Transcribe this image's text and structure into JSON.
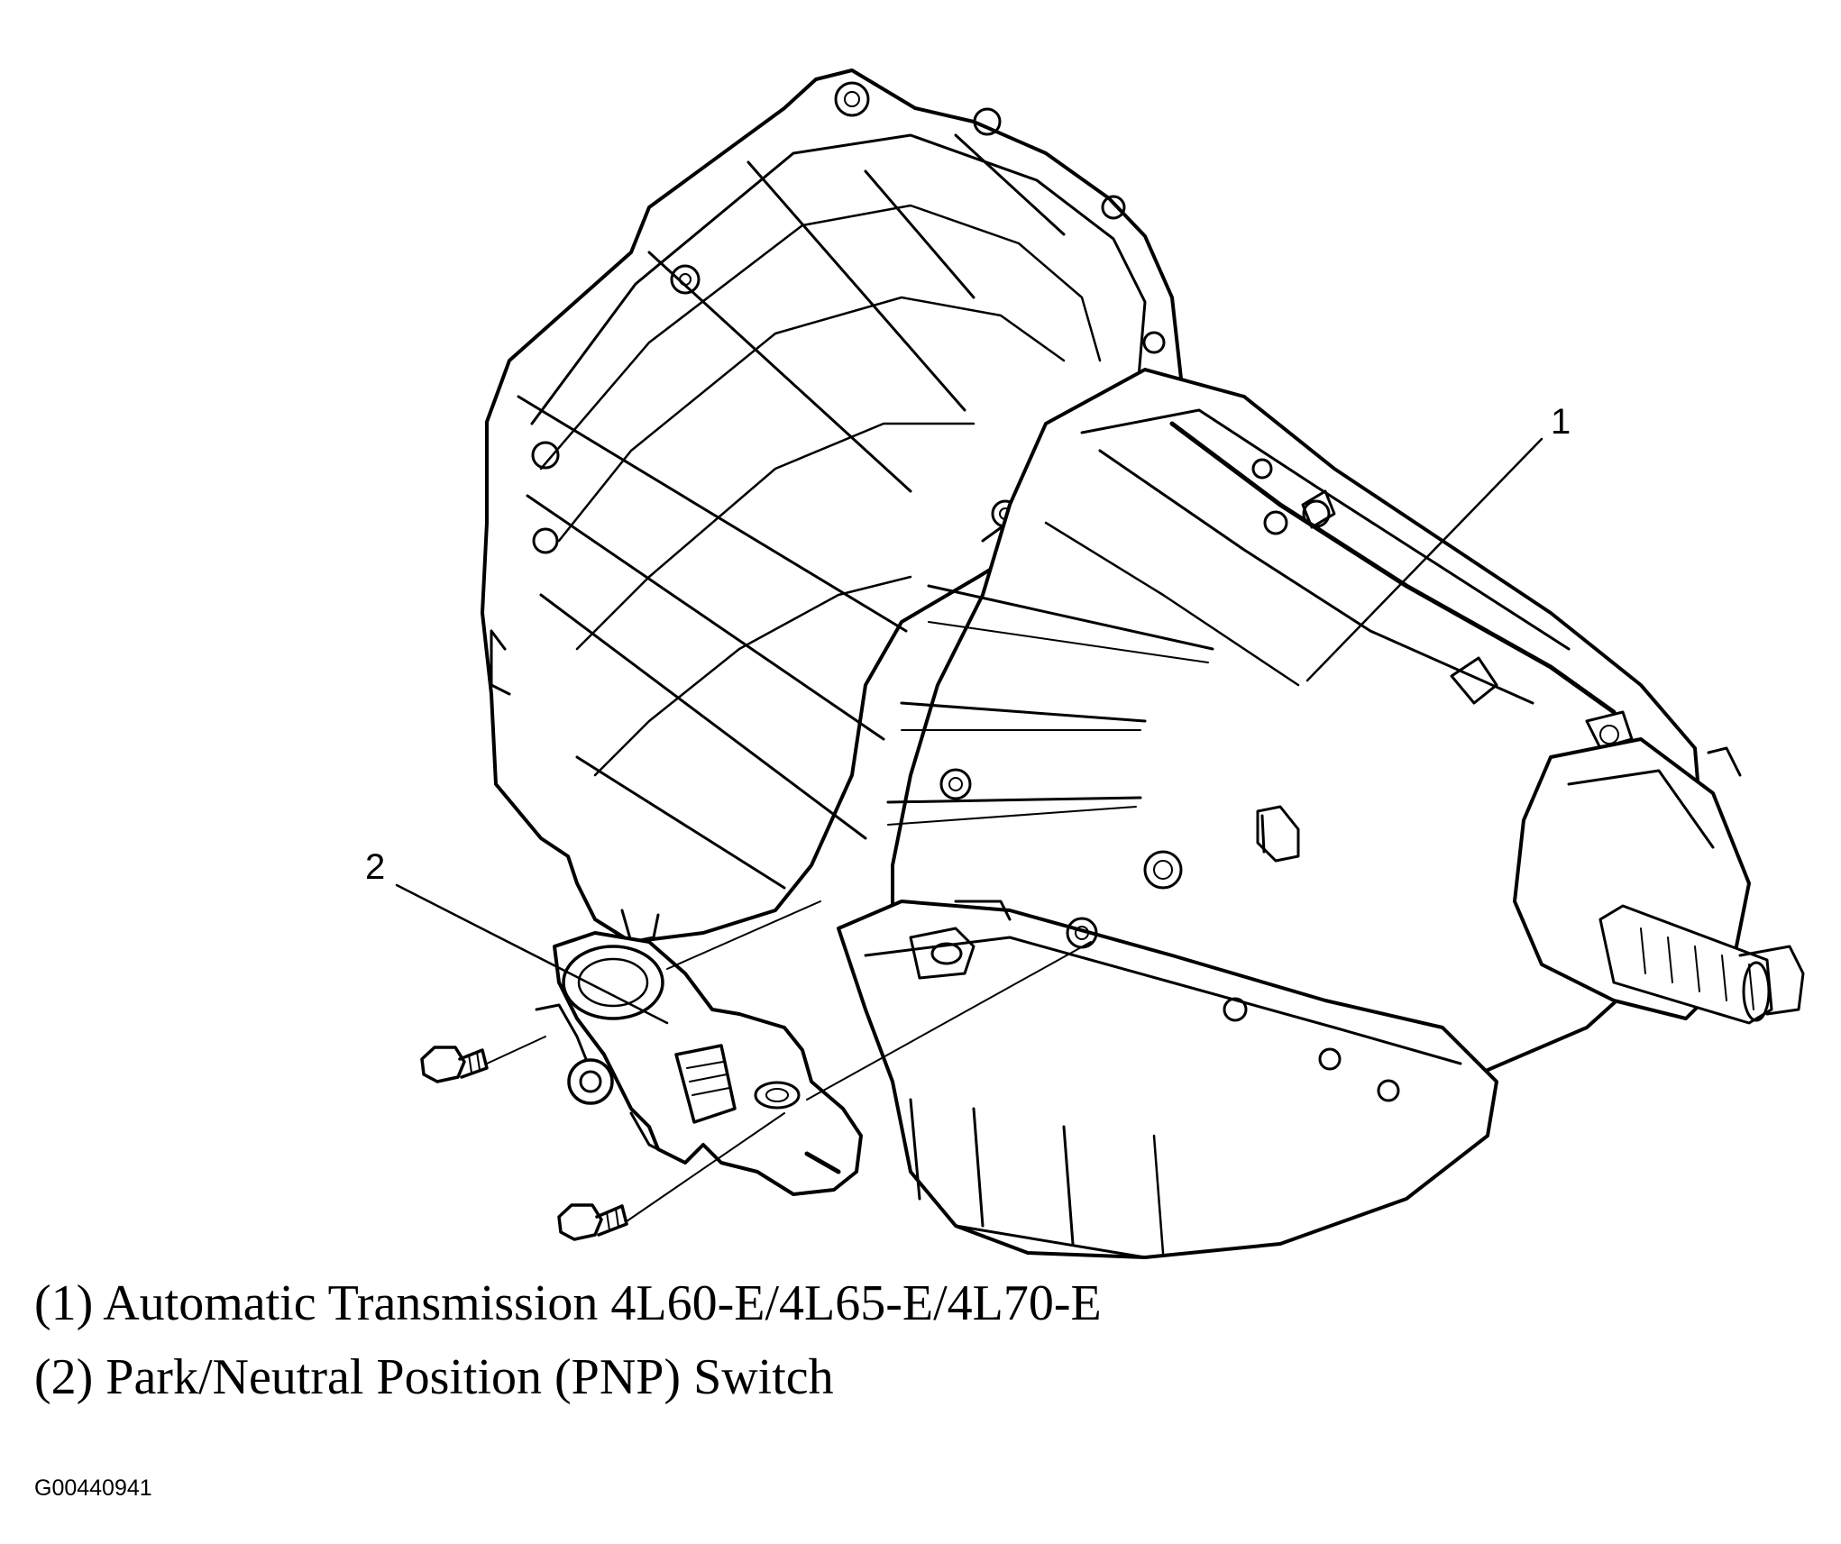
{
  "callouts": [
    {
      "number": "1"
    },
    {
      "number": "2"
    }
  ],
  "legend": [
    {
      "text": "(1) Automatic Transmission 4L60-E/4L65-E/4L70-E"
    },
    {
      "text": "(2) Park/Neutral Position (PNP) Switch"
    }
  ],
  "figure_id": "G00440941"
}
